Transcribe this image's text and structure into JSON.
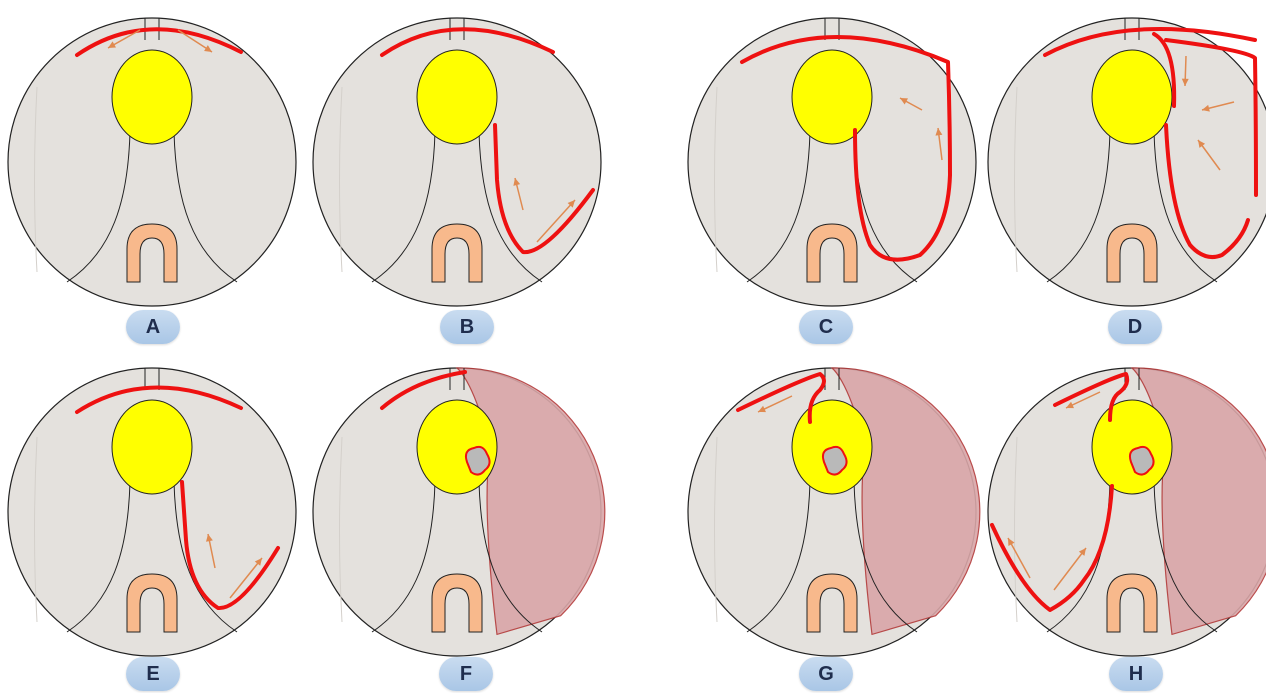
{
  "panels": [
    {
      "id": "A",
      "label": "A"
    },
    {
      "id": "B",
      "label": "B"
    },
    {
      "id": "C",
      "label": "C"
    },
    {
      "id": "D",
      "label": "D"
    },
    {
      "id": "E",
      "label": "E"
    },
    {
      "id": "F",
      "label": "F"
    },
    {
      "id": "G",
      "label": "G"
    },
    {
      "id": "H",
      "label": "H"
    }
  ],
  "colors": {
    "field_fill": "#e4e1dd",
    "outline": "#222222",
    "gland": "#ffff00",
    "cord": "#f8b98c",
    "incision": "#ee1111",
    "arrow": "#e08a50",
    "resected": "#d9a6a8",
    "lesion": "#b9b9b9"
  }
}
